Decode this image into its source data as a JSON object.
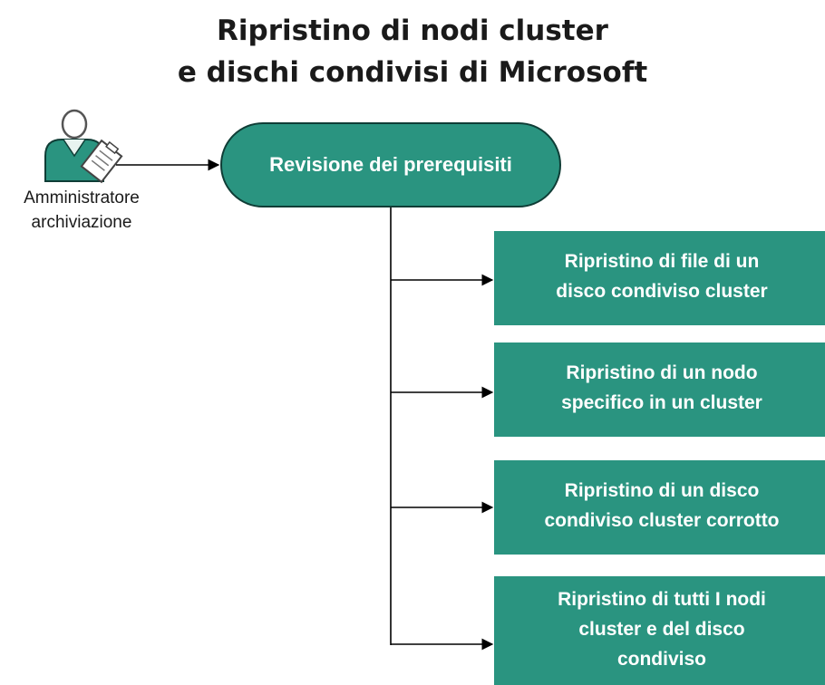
{
  "title": {
    "line1": "Ripristino di nodi cluster",
    "line2": "e dischi condivisi di Microsoft"
  },
  "actor": {
    "icon": "administrator-user-clipboard-icon",
    "label_line1": "Amministratore",
    "label_line2": "archiviazione"
  },
  "start_node": {
    "label": "Revisione dei prerequisiti"
  },
  "steps": [
    {
      "line1": "Ripristino di file di un",
      "line2": "disco condiviso cluster"
    },
    {
      "line1": "Ripristino di un nodo",
      "line2": "specifico in un cluster"
    },
    {
      "line1": "Ripristino di un disco",
      "line2": "condiviso cluster corrotto"
    },
    {
      "line1": "Ripristino di tutti I nodi",
      "line2": "cluster e del disco",
      "line3": "condiviso"
    }
  ],
  "colors": {
    "node_fill": "#2a9480",
    "node_border": "#0f3d36",
    "connector": "#000000"
  }
}
